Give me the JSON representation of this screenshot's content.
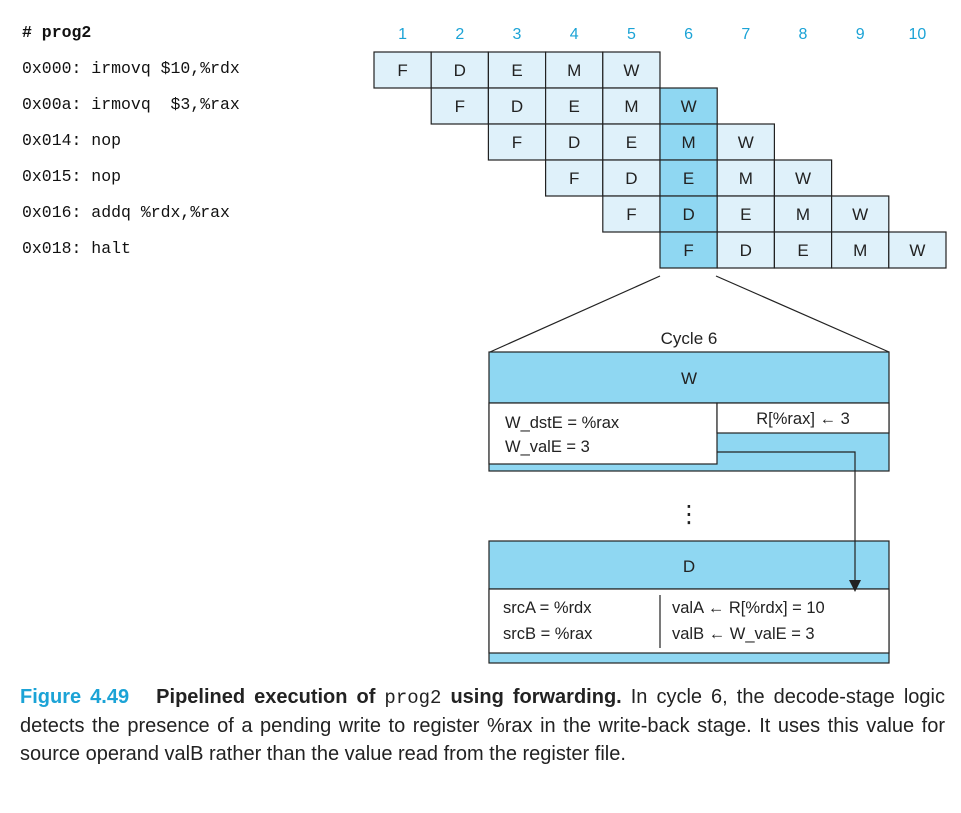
{
  "program": {
    "title": "# prog2",
    "lines": [
      "0x000: irmovq $10,%rdx",
      "0x00a: irmovq  $3,%rax",
      "0x014: nop",
      "0x015: nop",
      "0x016: addq %rdx,%rax",
      "0x018: halt"
    ]
  },
  "pipeline": {
    "cycles": [
      "1",
      "2",
      "3",
      "4",
      "5",
      "6",
      "7",
      "8",
      "9",
      "10"
    ],
    "stages": [
      "F",
      "D",
      "E",
      "M",
      "W"
    ],
    "highlight_cycle": 6,
    "colors": {
      "cell": "#dff1fa",
      "highlight": "#8fd7f2",
      "cycle_number": "#1ba3d6",
      "border": "#222222"
    }
  },
  "zoom": {
    "title": "Cycle 6",
    "w_stage": {
      "label": "W",
      "left_lines": [
        "W_dstE = %rax",
        "W_valE = 3"
      ],
      "right_line": "R[%rax] ← 3"
    },
    "ellipsis": "⋮",
    "d_stage": {
      "label": "D",
      "left_lines": [
        "srcA = %rdx",
        "srcB = %rax"
      ],
      "right_lines": [
        "valA ← R[%rdx] = 10",
        "valB ← W_valE = 3"
      ]
    }
  },
  "caption": {
    "figure": "Figure 4.49",
    "title_pre": "Pipelined execution of",
    "title_mono": "prog2",
    "title_post": "using forwarding.",
    "text": "In cycle 6, the decode-stage logic detects the presence of a pending write to register %rax in the write-back stage. It uses this value for source operand valB rather than the value read from the register file."
  }
}
